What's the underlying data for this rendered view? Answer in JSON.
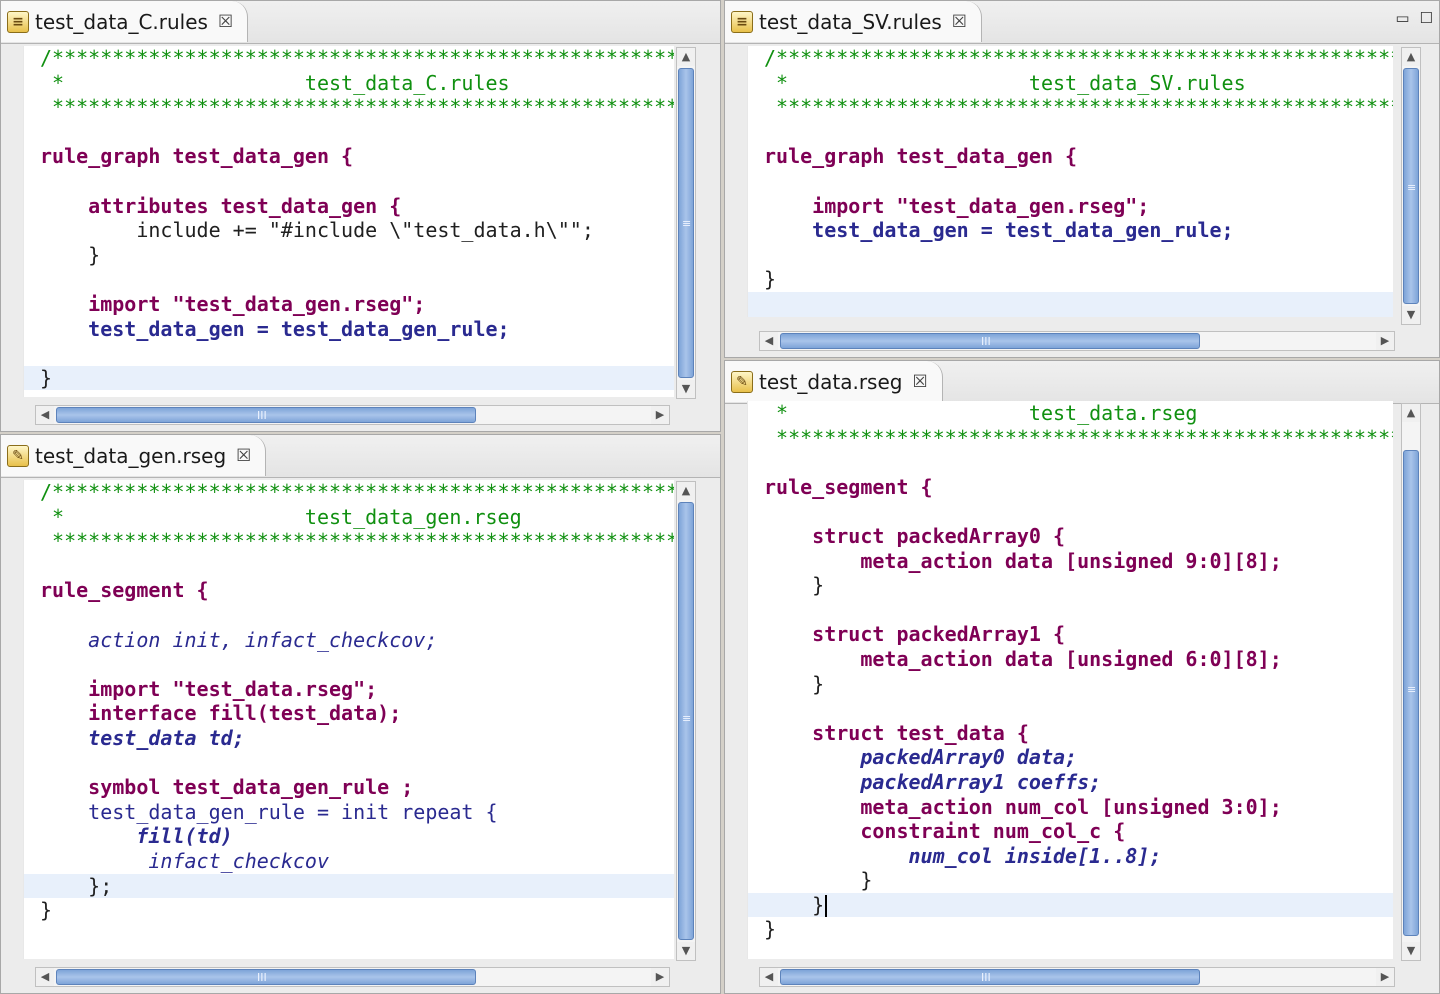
{
  "panes": {
    "c_rules": {
      "tab_label": "test_data_C.rules",
      "icon": "rules-file-icon",
      "close_glyph": "☒",
      "lines": [
        "/*****************************************************",
        " *                    test_data_C.rules",
        " *****************************************************",
        "",
        "rule_graph test_data_gen {",
        "",
        "    attributes test_data_gen {",
        "        include += \"#include \\\"test_data.h\\\"\";",
        "    }",
        "",
        "    import \"test_data_gen.rseg\";",
        "    test_data_gen = test_data_gen_rule;",
        "",
        "}"
      ]
    },
    "sv_rules": {
      "tab_label": "test_data_SV.rules",
      "icon": "rules-file-icon",
      "close_glyph": "☒",
      "minimize_glyph": "▭",
      "maximize_glyph": "☐",
      "lines": [
        "/*****************************************************",
        " *                    test_data_SV.rules",
        " *****************************************************",
        "",
        "rule_graph test_data_gen {",
        "",
        "    import \"test_data_gen.rseg\";",
        "    test_data_gen = test_data_gen_rule;",
        "",
        "}"
      ]
    },
    "gen_rseg": {
      "tab_label": "test_data_gen.rseg",
      "icon": "rseg-file-icon",
      "close_glyph": "☒",
      "lines": [
        "/*****************************************************",
        " *                    test_data_gen.rseg",
        " *****************************************************",
        "",
        "rule_segment {",
        "",
        "    action init, infact_checkcov;",
        "",
        "    import \"test_data.rseg\";",
        "    interface fill(test_data);",
        "    test_data td;",
        "",
        "    symbol test_data_gen_rule ;",
        "    test_data_gen_rule = init repeat {",
        "        fill(td)",
        "         infact_checkcov",
        "    };",
        "}"
      ]
    },
    "data_rseg": {
      "tab_label": "test_data.rseg",
      "icon": "rseg-file-icon",
      "close_glyph": "☒",
      "lines": [
        " *                    test_data.rseg",
        " *****************************************************",
        "",
        "rule_segment {",
        "",
        "    struct packedArray0 {",
        "        meta_action data [unsigned 9:0][8];",
        "    }",
        "",
        "    struct packedArray1 {",
        "        meta_action data [unsigned 6:0][8];",
        "    }",
        "",
        "    struct test_data {",
        "        packedArray0 data;",
        "        packedArray1 coeffs;",
        "        meta_action num_col [unsigned 3:0];",
        "        constraint num_col_c {",
        "            num_col inside[1..8];",
        "        }",
        "    }",
        "}"
      ]
    }
  },
  "colors": {
    "comment": "#109010",
    "keyword": "#7f0055",
    "identifier": "#2a2a90",
    "current_line": "#e8f0fb",
    "scroll_thumb": "#7ea4d8"
  }
}
